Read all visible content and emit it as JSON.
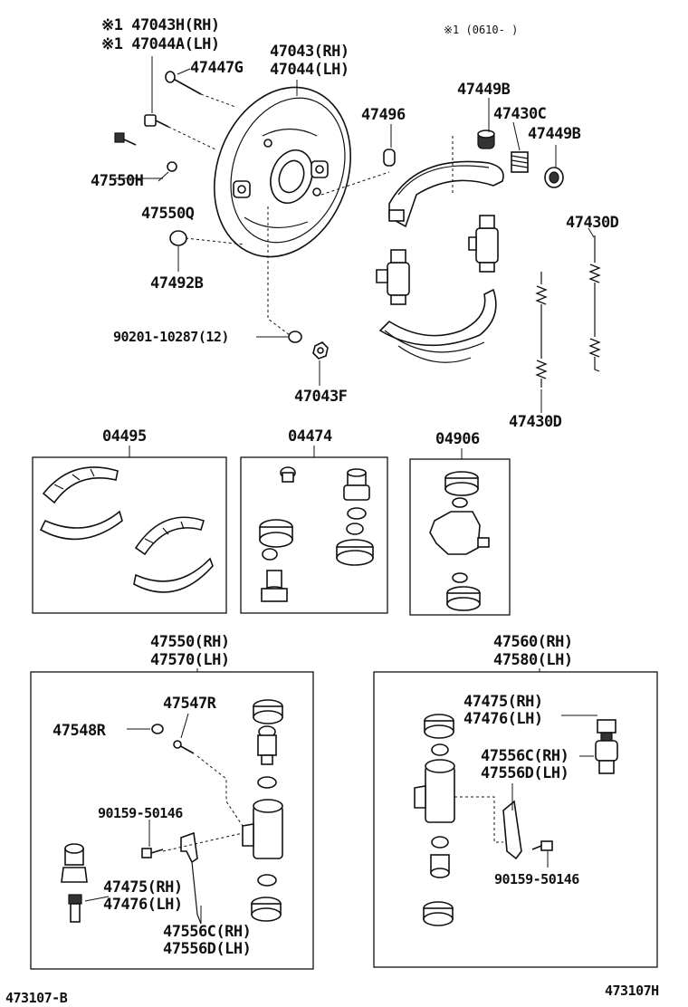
{
  "labels": {
    "l_47043H": "※1 47043H(RH)",
    "l_47044A": "※1 47044A(LH)",
    "l_note": "※1 (0610-    )",
    "l_47043": "47043(RH)",
    "l_47044": "47044(LH)",
    "l_47447G": "47447G",
    "l_47496": "47496",
    "l_47449B_a": "47449B",
    "l_47430C": "47430C",
    "l_47449B_b": "47449B",
    "l_47550H": "47550H",
    "l_47550Q": "47550Q",
    "l_47430D_a": "47430D",
    "l_47492B": "47492B",
    "l_90201": "90201-10287(12)",
    "l_47043F": "47043F",
    "l_47430D_b": "47430D",
    "l_04495": "04495",
    "l_04474": "04474",
    "l_04906": "04906",
    "l_47550RH": "47550(RH)",
    "l_47570LH": "47570(LH)",
    "l_47560RH": "47560(RH)",
    "l_47580LH": "47580(LH)",
    "l_47547R": "47547R",
    "l_47548R": "47548R",
    "l_90159_a": "90159-50146",
    "l_47475RH_a": "47475(RH)",
    "l_47476LH_a": "47476(LH)",
    "l_47556C_a": "47556C(RH)",
    "l_47556D_a": "47556D(LH)",
    "l_47475RH_b": "47475(RH)",
    "l_47476LH_b": "47476(LH)",
    "l_47556C_b": "47556C(RH)",
    "l_47556D_b": "47556D(LH)",
    "l_90159_b": "90159-50146",
    "l_ref_left": "473107-B",
    "l_ref_right": "473107H"
  }
}
